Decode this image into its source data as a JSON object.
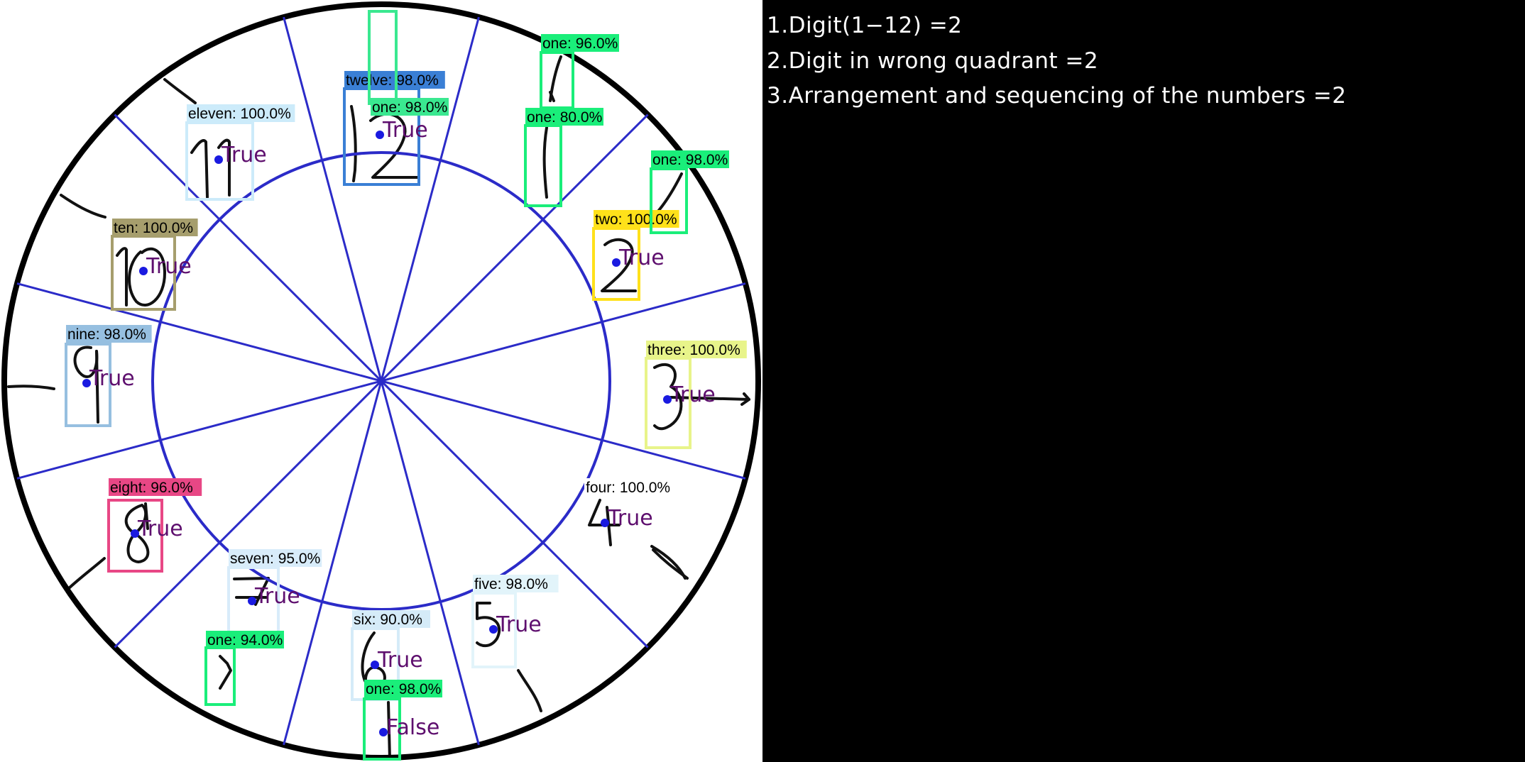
{
  "scores": [
    "1.Digit(1−12) =2",
    "2.Digit in wrong quadrant =2",
    "3.Arrangement and sequencing of the numbers =2"
  ],
  "colors": {
    "grid_lines": "#2b2bc8",
    "outer_circle": "#000000",
    "status_text": "#5e0f6e",
    "centroid_dot": "#1a1ae0",
    "ink": "#111111"
  },
  "detections": [
    {
      "label": "twelve: 98.0%",
      "status": "True",
      "color": "#3a7fd5"
    },
    {
      "label": "one: 98.0%",
      "status": "",
      "color": "#3ae890"
    },
    {
      "label": "eleven: 100.0%",
      "status": "True",
      "color": "#ccebfa"
    },
    {
      "label": "ten: 100.0%",
      "status": "True",
      "color": "#a69e6d"
    },
    {
      "label": "nine: 98.0%",
      "status": "True",
      "color": "#96bfe0"
    },
    {
      "label": "eight: 96.0%",
      "status": "True",
      "color": "#e84785"
    },
    {
      "label": "seven: 95.0%",
      "status": "True",
      "color": "#d8ecfa"
    },
    {
      "label": "one: 94.0%",
      "status": "",
      "color": "#1aee7a"
    },
    {
      "label": "six: 90.0%",
      "status": "True",
      "color": "#d5ebf8"
    },
    {
      "label": "one: 98.0%",
      "status": "False",
      "color": "#1aee7a"
    },
    {
      "label": "five: 98.0%",
      "status": "True",
      "color": "#e2f4fa"
    },
    {
      "label": "four: 100.0%",
      "status": "True",
      "color": "#ffffff"
    },
    {
      "label": "three: 100.0%",
      "status": "True",
      "color": "#e8f48a"
    },
    {
      "label": "two: 100.0%",
      "status": "True",
      "color": "#ffe11a"
    },
    {
      "label": "one: 96.0%",
      "status": "",
      "color": "#1aee7a"
    },
    {
      "label": "one: 80.0%",
      "status": "",
      "color": "#1aee7a"
    },
    {
      "label": "one: 98.0%",
      "status": "",
      "color": "#1aee7a"
    }
  ]
}
